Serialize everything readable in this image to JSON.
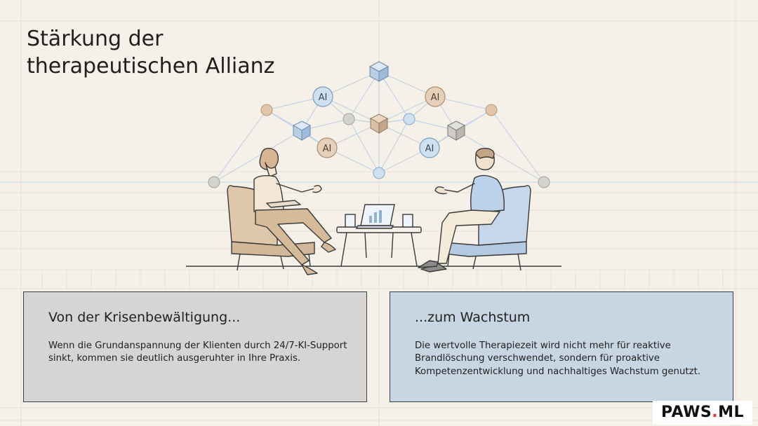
{
  "title": {
    "line1": "Stärkung der",
    "line2": "therapeutischen Allianz"
  },
  "network": {
    "node_label": "AI"
  },
  "cards": {
    "left": {
      "heading": "Von der Krisenbewältigung...",
      "body": "Wenn die Grundanspannung der Klienten durch 24/7-KI-Support sinkt, kommen sie deutlich ausgeruhter in Ihre Praxis."
    },
    "right": {
      "heading": "...zum Wachstum",
      "body": "Die wertvolle Therapiezeit wird nicht mehr für reaktive Brandlöschung verschwendet, sondern für proaktive Kompetenzentwicklung und nachhaltiges Wachstum genutzt."
    }
  },
  "brand": {
    "name": "PAWS",
    "dot": ".",
    "suffix": "ML"
  },
  "colors": {
    "background": "#f5f1e8",
    "blue_accent": "#b9d0e8",
    "beige_accent": "#dcc3a5",
    "card_left": "#d6d5d4",
    "card_right": "#c8d5e3",
    "brand_dot": "#e0332f"
  }
}
